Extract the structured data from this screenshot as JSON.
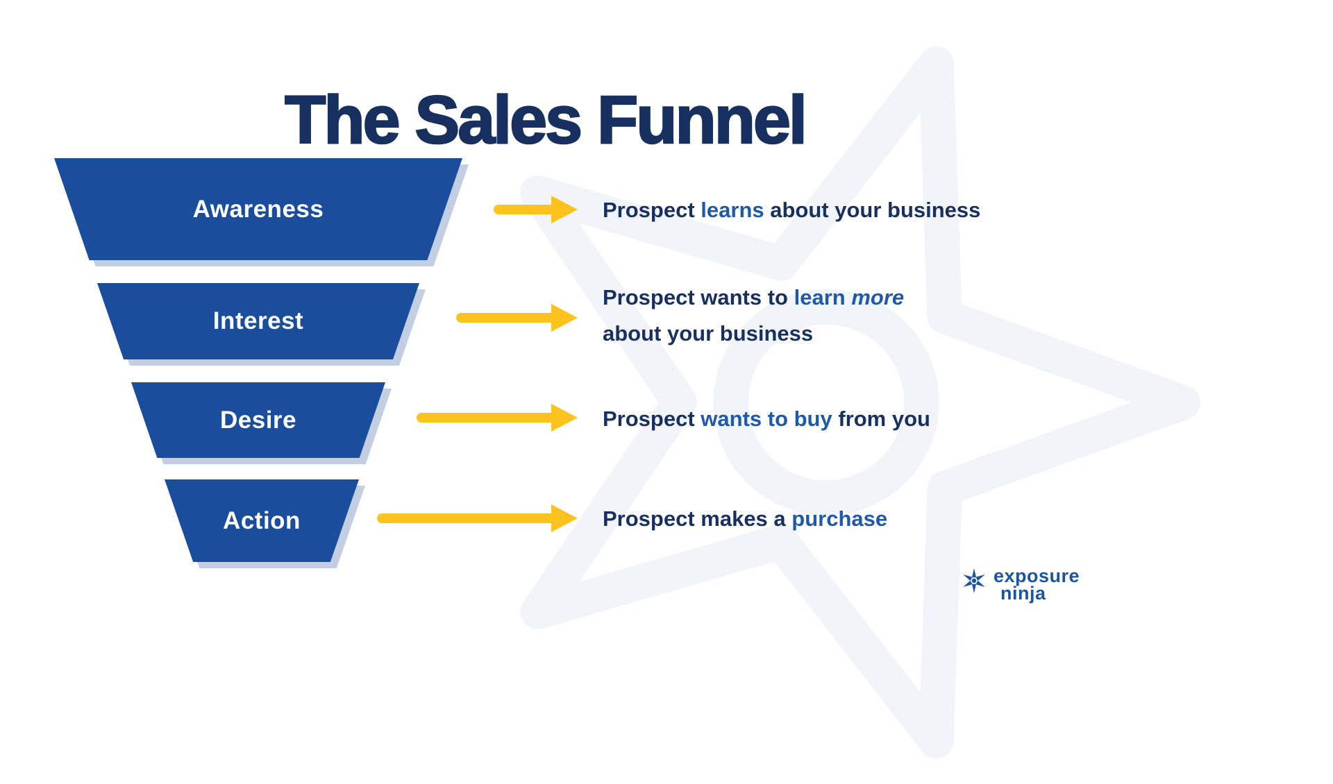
{
  "title": "The Sales Funnel",
  "funnel": {
    "stages": [
      {
        "label": "Awareness"
      },
      {
        "label": "Interest"
      },
      {
        "label": "Desire"
      },
      {
        "label": "Action"
      }
    ]
  },
  "descriptions": [
    {
      "segments": [
        {
          "text": "Prospect "
        },
        {
          "text": "learns"
        },
        {
          "text": " about your business"
        }
      ]
    },
    {
      "lines": [
        {
          "segments": [
            {
              "text": "Prospect wants to "
            },
            {
              "text": "learn "
            },
            {
              "text": "more"
            }
          ]
        },
        {
          "segments": [
            {
              "text": "about your business"
            }
          ]
        }
      ]
    },
    {
      "segments": [
        {
          "text": "Prospect "
        },
        {
          "text": "wants to buy"
        },
        {
          "text": " from you"
        }
      ]
    },
    {
      "segments": [
        {
          "text": "Prospect makes a "
        },
        {
          "text": "purchase"
        }
      ]
    }
  ],
  "logo": {
    "name_top": "exposure",
    "name_bottom": "ninja"
  },
  "colors": {
    "navy": "#17305f",
    "highlight_blue": "#1e5aa8",
    "funnel_blue": "#1a4e9d",
    "funnel_shadow": "#c3cfe1",
    "arrow_yellow": "#fcc21d",
    "watermark_gray": "#f0f3f8",
    "logo_blue": "#1d54a0"
  }
}
